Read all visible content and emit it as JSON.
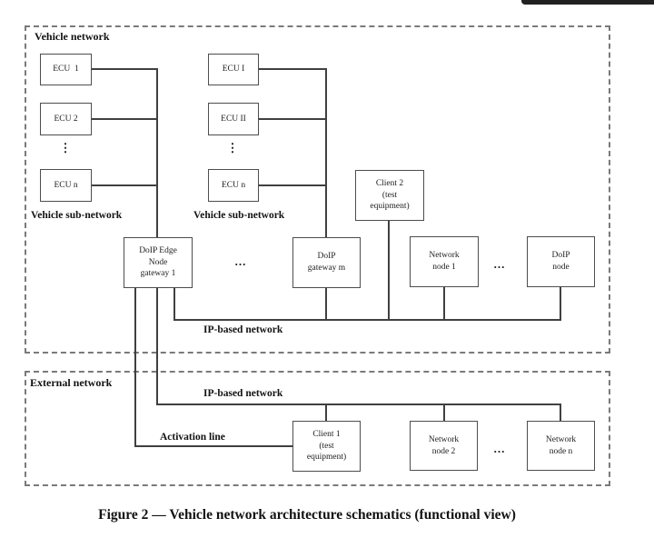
{
  "window": {
    "top_bar_color": "#212121"
  },
  "colors": {
    "line": "#404040",
    "box_border": "#4d4d4d",
    "dashed_border": "#7a7a7a",
    "text": "#1c1c1c"
  },
  "vehicle_network": {
    "label": "Vehicle network",
    "left_subnet": {
      "label": "Vehicle sub-network",
      "ecu1": "ECU  1",
      "ecu2": "ECU 2",
      "vdots": "⋮",
      "ecun": "ECU n"
    },
    "mid_subnet": {
      "label": "Vehicle sub-network",
      "ecu1": "ECU I",
      "ecu2": "ECU II",
      "vdots": "⋮",
      "ecun": "ECU n"
    },
    "client2": {
      "l1": "Client 2",
      "l2": "(test",
      "l3": "equipment)"
    },
    "doip_edge": {
      "l1": "DoIP Edge",
      "l2": "Node",
      "l3": "gateway 1"
    },
    "ellipsis_gateways": "...",
    "doip_gateway_m": {
      "l1": "DoIP",
      "l2": "gateway m"
    },
    "network_node_1": {
      "l1": "Network",
      "l2": "node 1"
    },
    "ellipsis_nodes": "...",
    "doip_node": {
      "l1": "DoIP",
      "l2": "node"
    },
    "ip_label": "IP-based network"
  },
  "external_network": {
    "label": "External network",
    "ip_label": "IP-based network",
    "activation_label": "Activation line",
    "client1": {
      "l1": "Client 1",
      "l2": "(test",
      "l3": "equipment)"
    },
    "network_node_2": {
      "l1": "Network",
      "l2": "node 2"
    },
    "ellipsis_nodes": "...",
    "network_node_n": {
      "l1": "Network",
      "l2": "node n"
    }
  },
  "figure": {
    "caption": "Figure 2 — Vehicle network architecture schematics (functional view)"
  }
}
